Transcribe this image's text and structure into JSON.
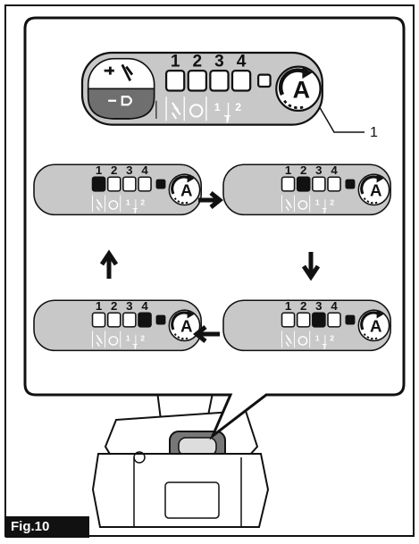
{
  "figure_label": "Fig.10",
  "callout_label": "1",
  "panel": {
    "digits": [
      "1",
      "2",
      "3",
      "4"
    ],
    "sublabels": [
      "1",
      "2"
    ],
    "t_label": "T",
    "a_label": "A"
  },
  "states": [
    {
      "position": "top-left",
      "active_led": 1
    },
    {
      "position": "top-right",
      "active_led": 2
    },
    {
      "position": "bottom-right",
      "active_led": 3
    },
    {
      "position": "bottom-left",
      "active_led": 4
    }
  ],
  "arrows": [
    "right",
    "down",
    "left",
    "up"
  ],
  "colors": {
    "frame": "#111111",
    "panel_fill": "#c8c8c8",
    "panel_dark": "#6f6f6f",
    "led_on": "#111111",
    "led_off": "#ffffff"
  }
}
